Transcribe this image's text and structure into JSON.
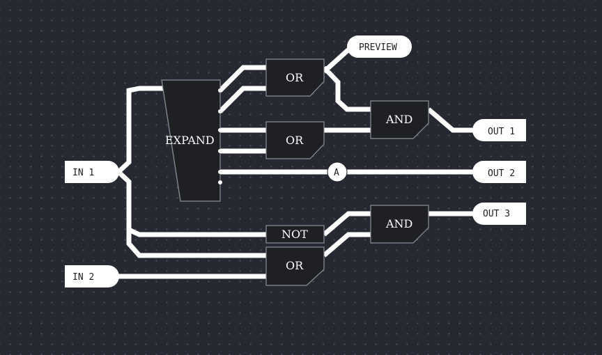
{
  "inputs": {
    "in1": "IN 1",
    "in2": "IN 2"
  },
  "outputs": {
    "out1": "OUT 1",
    "out2": "OUT 2",
    "out3": "OUT 3",
    "preview": "PREVIEW"
  },
  "gates": {
    "expand": "EXPAND",
    "or_top": "OR",
    "or_middle": "OR",
    "or_bottom": "OR",
    "and_top": "AND",
    "and_bottom": "AND",
    "not": "NOT"
  },
  "junction_label": "A",
  "colors": {
    "background": "#262932",
    "wire": "#ffffff",
    "gate_fill": "#1f2024",
    "gate_border": "#8c8f96"
  }
}
